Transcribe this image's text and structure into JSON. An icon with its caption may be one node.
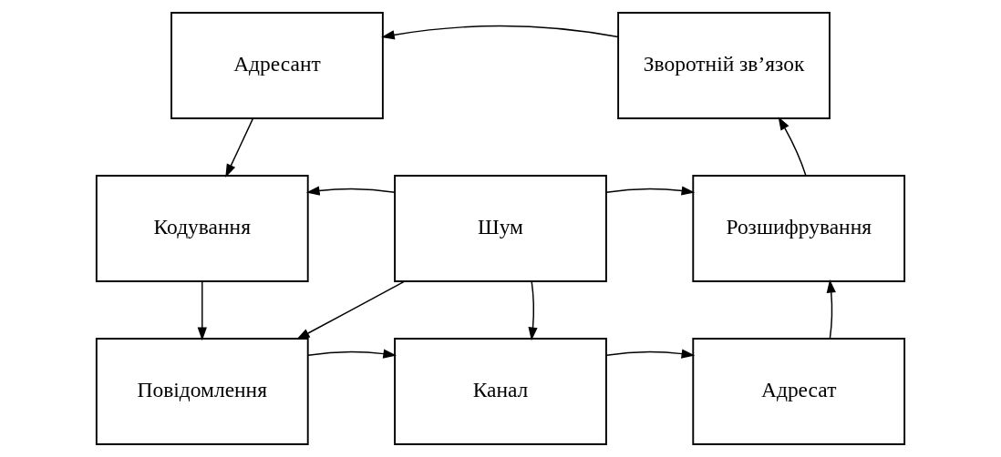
{
  "diagram": {
    "nodes": [
      {
        "text": [
          "Адресант"
        ]
      },
      {
        "text": [
          "Зворотній зв’язок"
        ]
      },
      {
        "text": [
          "Кодування"
        ]
      },
      {
        "text": [
          "Шум"
        ]
      },
      {
        "text": [
          "Розшифрування"
        ]
      },
      {
        "text": [
          "Повідомлення"
        ]
      },
      {
        "text": [
          "Канал"
        ]
      },
      {
        "text": [
          "Адресат"
        ]
      }
    ],
    "edges": [
      {
        "from": 1,
        "to": 0,
        "arrow": "to"
      },
      {
        "from": 0,
        "to": 2,
        "arrow": "to"
      },
      {
        "from": 3,
        "to": 2,
        "arrow": "to"
      },
      {
        "from": 3,
        "to": 4,
        "arrow": "to"
      },
      {
        "from": 2,
        "to": 5,
        "arrow": "to"
      },
      {
        "from": 3,
        "to": 5,
        "arrow": "to"
      },
      {
        "from": 3,
        "to": 6,
        "arrow": "to"
      },
      {
        "from": 5,
        "to": 6,
        "arrow": "to"
      },
      {
        "from": 6,
        "to": 7,
        "arrow": "to"
      },
      {
        "from": 7,
        "to": 4,
        "arrow": "to"
      },
      {
        "from": 4,
        "to": 1,
        "arrow": "to"
      }
    ]
  }
}
